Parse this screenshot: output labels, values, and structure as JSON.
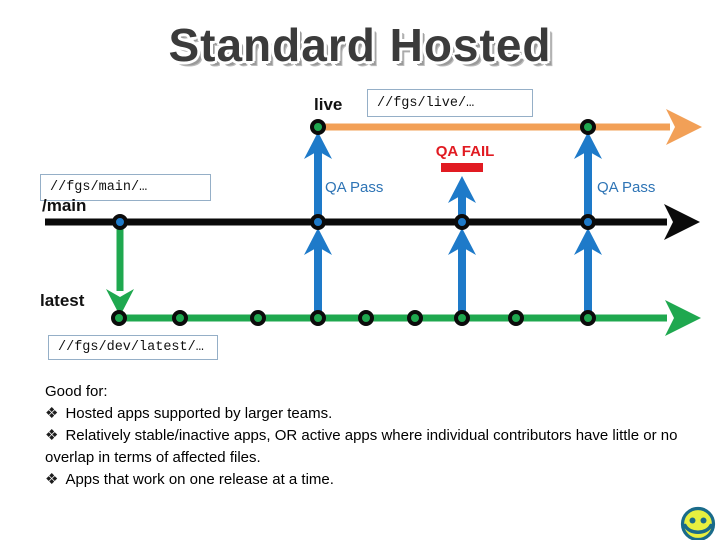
{
  "slide": {
    "title": "Standard Hosted"
  },
  "branches": {
    "live": {
      "label": "live",
      "path": "//fgs/live/…"
    },
    "main": {
      "label": "/main",
      "path": "//fgs/main/…"
    },
    "latest": {
      "label": "latest",
      "path": "//fgs/dev/latest/…"
    }
  },
  "qa": {
    "fail": "QA FAIL",
    "pass_left": "QA Pass",
    "pass_right": "QA Pass"
  },
  "good_for": {
    "heading": "Good for:",
    "bullet_glyph": "❖",
    "items": [
      "Hosted apps supported by larger teams.",
      "Relatively stable/inactive apps, OR active apps where individual contributors have little or no overlap in terms of affected files.",
      "Apps that work on one release at a time."
    ]
  },
  "colors": {
    "live_line": "#F2A057",
    "main_line": "#0a0a0a",
    "latest_line": "#1FA84F",
    "promotion_arrow": "#1E7AC9",
    "qa_pass_text": "#2E74B5",
    "qa_fail": "#E11B22",
    "box_border": "#95AFC7",
    "smiley_face": "#E8EF3F",
    "smiley_outline": "#1A6B8A"
  }
}
